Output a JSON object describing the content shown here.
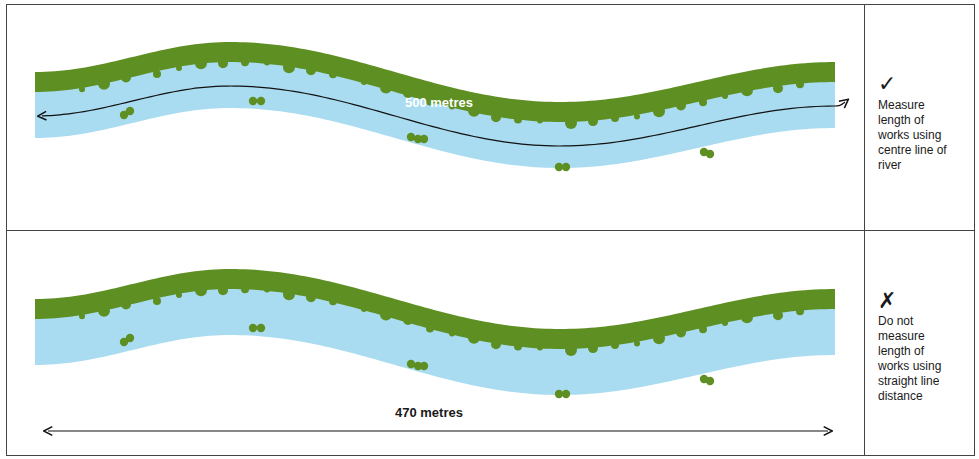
{
  "diagram": {
    "labels": [
      "500 metres",
      "✓",
      "Measure length of works using centre line of river",
      "470 metres",
      "✗",
      "Do not measure length of works using straight line distance"
    ]
  }
}
